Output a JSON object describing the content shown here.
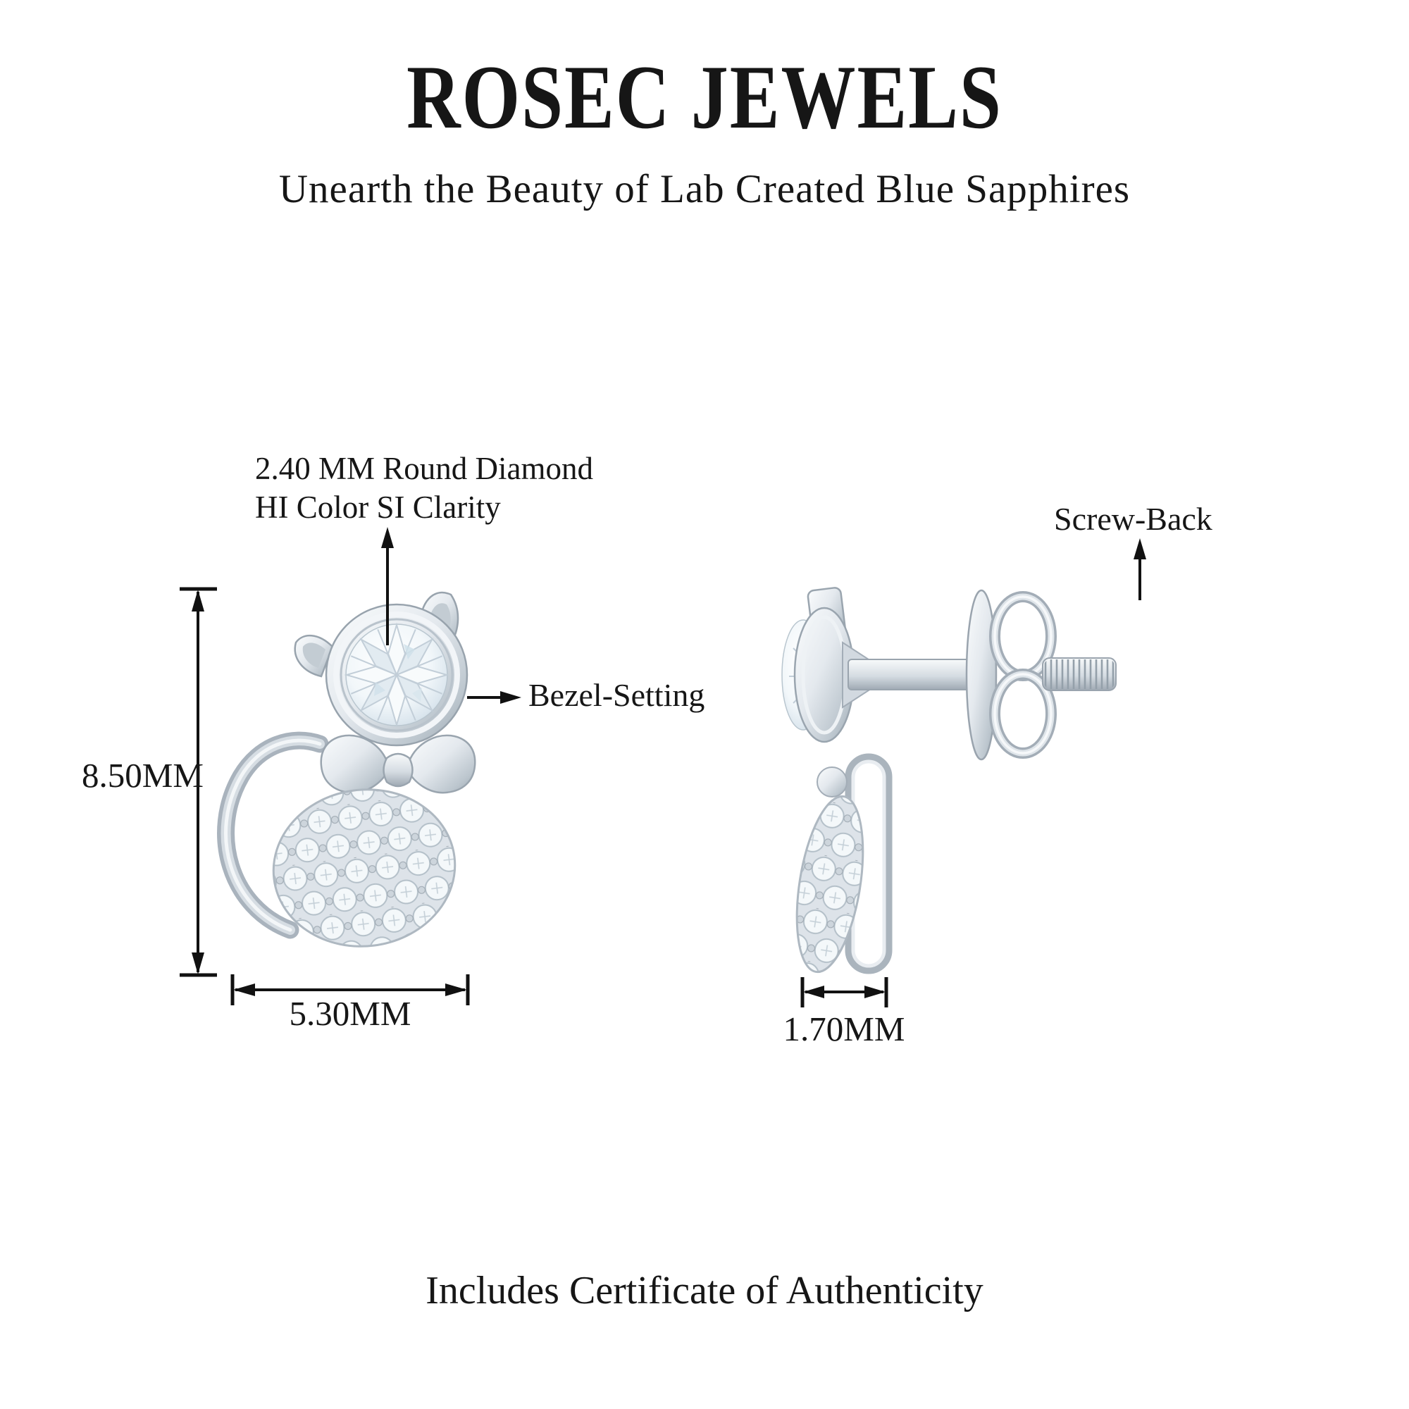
{
  "brand": {
    "title": "ROSEC JEWELS",
    "subtitle": "Unearth the Beauty of Lab Created Blue Sapphires"
  },
  "callouts": {
    "stone_spec": {
      "line1": "2.40 MM Round Diamond",
      "line2": "HI Color SI Clarity"
    },
    "bezel_setting": "Bezel-Setting",
    "screw_back": "Screw-Back"
  },
  "dimensions": {
    "height": "8.50MM",
    "width": "5.30MM",
    "depth": "1.70MM"
  },
  "footer": {
    "certificate_note": "Includes Certificate of Authenticity"
  },
  "colors": {
    "text": "#161616",
    "annotation_line": "#111111",
    "metal_light": "#f7f9fa",
    "metal_mid": "#ccd4da",
    "metal_dark": "#9aa5af",
    "diamond_tint": "#dbe6ee",
    "background": "#ffffff"
  }
}
